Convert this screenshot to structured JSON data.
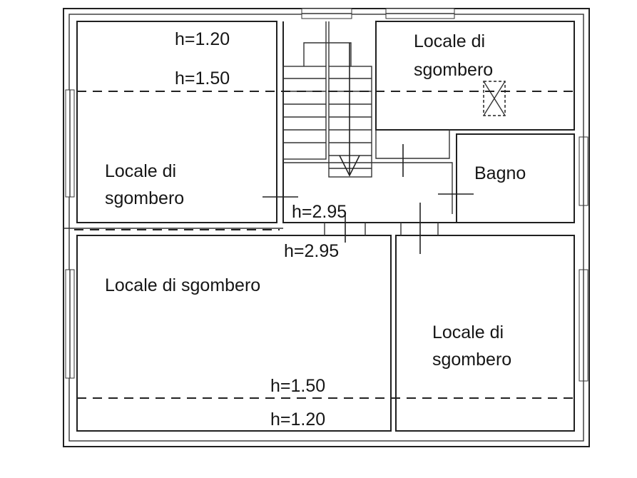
{
  "rooms": {
    "top_left": {
      "line1": "Locale di",
      "line2": "sgombero"
    },
    "top_right": {
      "line1": "Locale di",
      "line2": "sgombero"
    },
    "bathroom": {
      "label": "Bagno"
    },
    "bottom_left": {
      "label": "Locale di sgombero"
    },
    "bottom_right": {
      "line1": "Locale di",
      "line2": "sgombero"
    }
  },
  "heights": {
    "top_left_low": "h=1.20",
    "top_left_high": "h=1.50",
    "corridor_upper": "h=2.95",
    "corridor_lower": "h=2.95",
    "bottom_high": "h=1.50",
    "bottom_low": "h=1.20"
  }
}
